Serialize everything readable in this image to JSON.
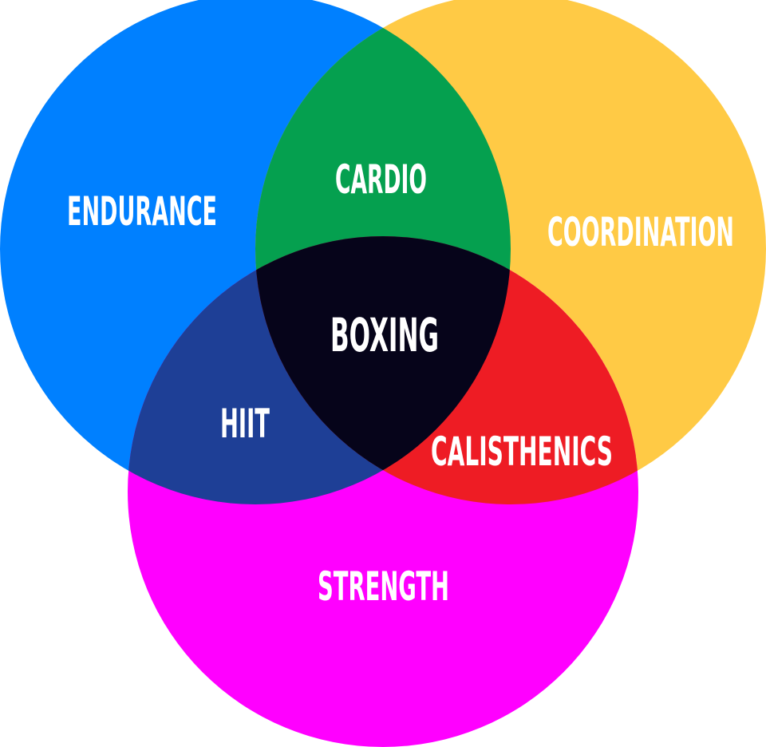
{
  "title": "Boxing Venn Diagram",
  "colors": {
    "endurance": "#0080FF",
    "coordination": "#FFCA45",
    "strength": "#FF00FF",
    "cardio": "#05A04F",
    "hiit": "#1E3F96",
    "calisthenics": "#EE1C24",
    "boxing": "#06041A",
    "text": "#FFFFFF"
  },
  "sets": {
    "endurance": "ENDURANCE",
    "coordination": "COORDINATION",
    "strength": "STRENGTH"
  },
  "intersections": {
    "cardio": "CARDIO",
    "hiit": "HIIT",
    "calisthenics": "CALISTHENICS",
    "boxing": "BOXING"
  }
}
